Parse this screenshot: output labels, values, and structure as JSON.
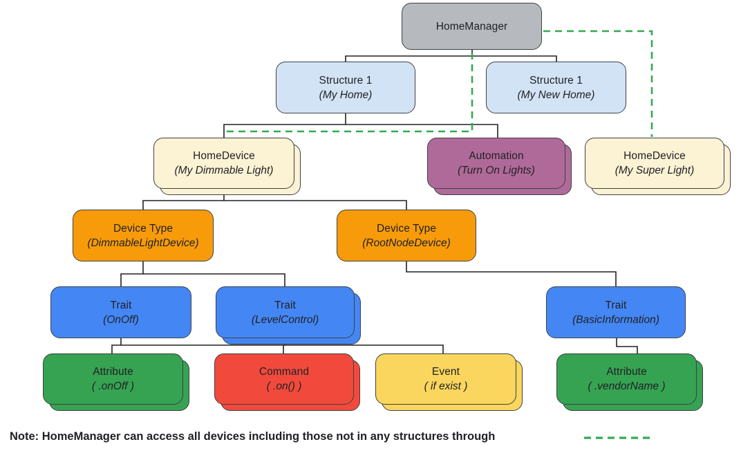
{
  "diagram_title": "HomeManager hierarchy diagram",
  "colors": {
    "gray": "#b6babe",
    "light_blue": "#d3e3f6",
    "cream": "#fcf2d4",
    "purple": "#b06a99",
    "orange": "#f89b0a",
    "blue": "#4487f4",
    "green": "#36a352",
    "red": "#f14a3c",
    "yellow": "#fad65e",
    "dashed_green": "#34a853",
    "line": "#202124"
  },
  "nodes": {
    "home_manager": {
      "title": "HomeManager",
      "subtitle": ""
    },
    "structure_my_home": {
      "title": "Structure 1",
      "subtitle": "(My Home)"
    },
    "structure_my_new_home": {
      "title": "Structure 1",
      "subtitle": "(My New Home)"
    },
    "homedevice_dimmable": {
      "title": "HomeDevice",
      "subtitle": "(My Dimmable Light)"
    },
    "automation": {
      "title": "Automation",
      "subtitle": "(Turn On Lights)"
    },
    "homedevice_super": {
      "title": "HomeDevice",
      "subtitle": "(My Super Light)"
    },
    "devicetype_dimmable": {
      "title": "Device Type",
      "subtitle": "(DimmableLightDevice)"
    },
    "devicetype_rootnode": {
      "title": "Device Type",
      "subtitle": "(RootNodeDevice)"
    },
    "trait_onoff": {
      "title": "Trait",
      "subtitle": "(OnOff)"
    },
    "trait_levelcontrol": {
      "title": "Trait",
      "subtitle": "(LevelControl)"
    },
    "trait_basicinformation": {
      "title": "Trait",
      "subtitle": "(BasicInformation)"
    },
    "attribute_onoff": {
      "title": "Attribute",
      "subtitle": "( .onOff )"
    },
    "command_on": {
      "title": "Command",
      "subtitle": "( .on() )"
    },
    "event_ifexist": {
      "title": "Event",
      "subtitle": "( if exist )"
    },
    "attribute_vendorname": {
      "title": "Attribute",
      "subtitle": "( .vendorName )"
    }
  },
  "note": {
    "text": "Note: HomeManager can access all devices including those not in any structures through"
  }
}
